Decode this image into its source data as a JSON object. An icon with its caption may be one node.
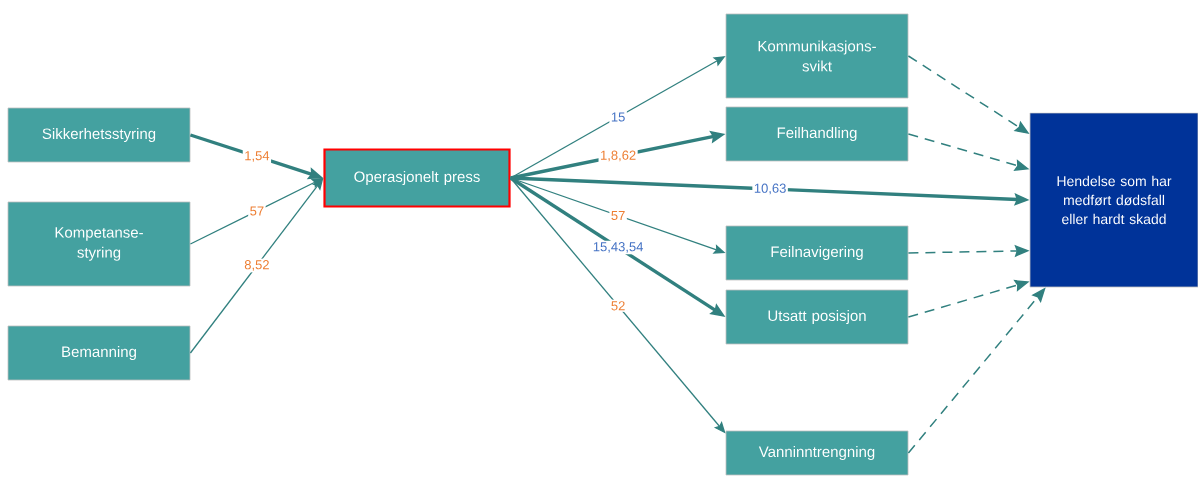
{
  "diagram": {
    "nodes": [
      {
        "text": [
          "Sikkerhetsstyring"
        ]
      },
      {
        "text": [
          "Kompetanse-styring"
        ]
      },
      {
        "text": [
          "Bemanning"
        ]
      },
      {
        "text": [
          "Operasjonelt press"
        ]
      },
      {
        "text": [
          "Kommunikasjons-svikt"
        ]
      },
      {
        "text": [
          "Feilhandling"
        ]
      },
      {
        "text": [
          "Hendelse som har medført dødsfall eller hardt skadd"
        ]
      },
      {
        "text": [
          "Feilnavigering"
        ]
      },
      {
        "text": [
          "Utsatt posisjon"
        ]
      },
      {
        "text": [
          "Vanninntrengning"
        ]
      }
    ],
    "edges": [
      {
        "from": 0,
        "to": 3,
        "arrow": "to",
        "label": "1,54",
        "style": "thick"
      },
      {
        "from": 1,
        "to": 3,
        "arrow": "to",
        "label": "57"
      },
      {
        "from": 2,
        "to": 3,
        "arrow": "to",
        "label": "8,52"
      },
      {
        "from": 3,
        "to": 4,
        "arrow": "to",
        "label": "15"
      },
      {
        "from": 3,
        "to": 5,
        "arrow": "to",
        "label": "1,8,62",
        "style": "thick"
      },
      {
        "from": 3,
        "to": 6,
        "arrow": "to",
        "label": "10,63",
        "style": "thick"
      },
      {
        "from": 3,
        "to": 7,
        "arrow": "to",
        "label": "57"
      },
      {
        "from": 3,
        "to": 8,
        "arrow": "to",
        "label": "15,43,54",
        "style": "thick"
      },
      {
        "from": 3,
        "to": 9,
        "arrow": "to",
        "label": "52"
      },
      {
        "from": 4,
        "to": 6,
        "arrow": "to",
        "style": "dashed"
      },
      {
        "from": 5,
        "to": 6,
        "arrow": "to",
        "style": "dashed"
      },
      {
        "from": 7,
        "to": 6,
        "arrow": "to",
        "style": "dashed"
      },
      {
        "from": 8,
        "to": 6,
        "arrow": "to",
        "style": "dashed"
      },
      {
        "from": 9,
        "to": 6,
        "arrow": "to",
        "style": "dashed"
      }
    ]
  }
}
